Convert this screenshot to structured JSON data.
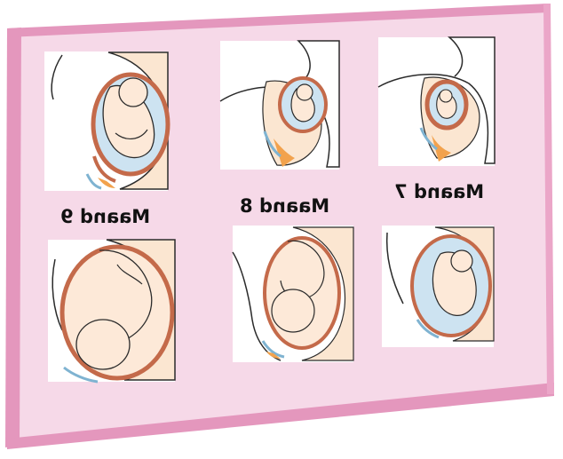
{
  "labels": {
    "month7": "Maand 7",
    "month8": "Maand 8",
    "month9": "Maand 9"
  },
  "colors": {
    "board_fill": "#f6d9e8",
    "board_border": "#e497bd",
    "body_skin": "#fbe6d1",
    "uterus_wall": "#c46a4a",
    "placenta": "#f2a24d",
    "fluid": "#cde3f1"
  }
}
